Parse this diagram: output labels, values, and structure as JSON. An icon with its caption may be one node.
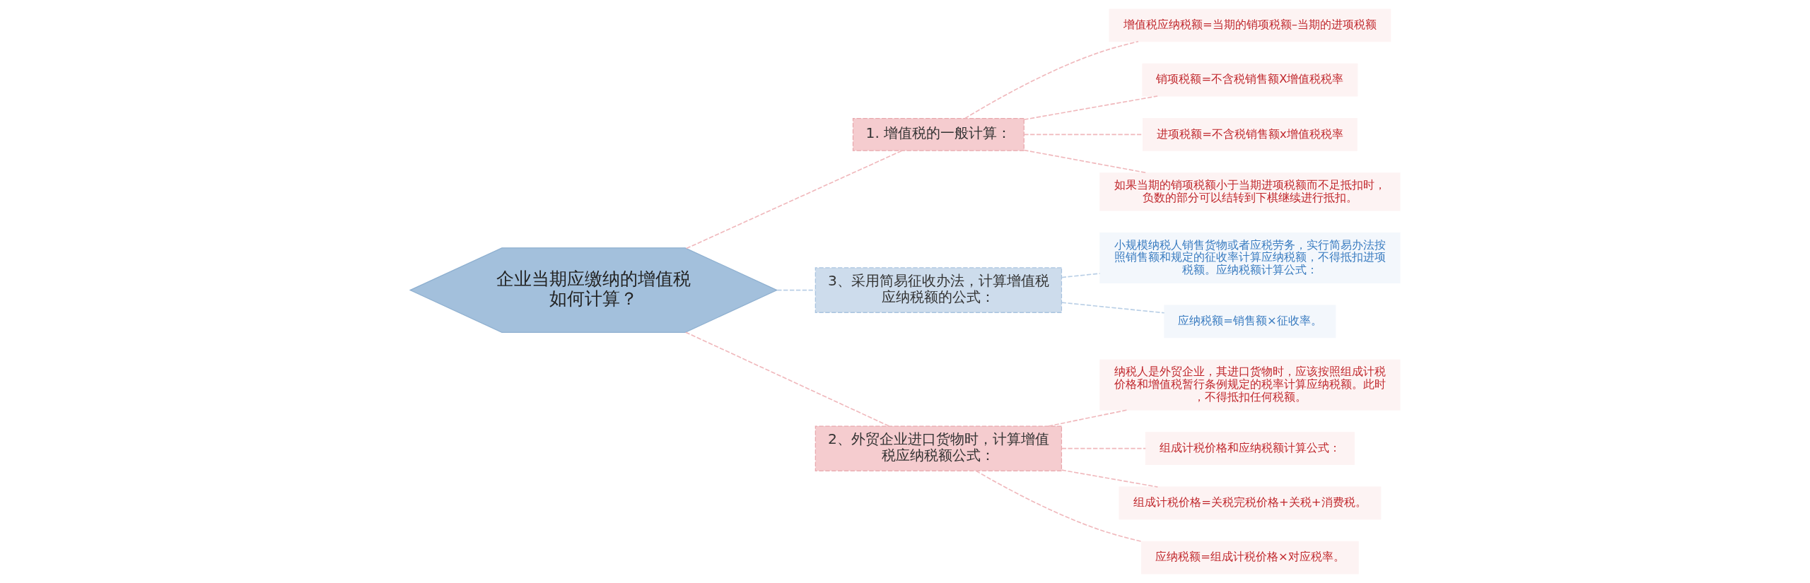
{
  "diagram": {
    "nodes": [
      {
        "text": [
          "企业当期应缴纳的增值税如何计算？"
        ]
      },
      {
        "text": [
          "1. 增值税的一般计算："
        ]
      },
      {
        "text": [
          "增值税应纳税额=当期的销项税额–当期的进项税额"
        ]
      },
      {
        "text": [
          "销项税额=不含税销售额X增值税税率"
        ]
      },
      {
        "text": [
          "进项税额=不含税销售额x增值税税率"
        ]
      },
      {
        "text": [
          "如果当期的销项税额小于当期进项税额而不足抵扣时，负数的部分可以结转到下棋继续进行抵扣。"
        ]
      },
      {
        "text": [
          "3、采用简易征收办法，计算增值税应纳税额的公式："
        ]
      },
      {
        "text": [
          "小规模纳税人销售货物或者应税劳务，实行简易办法按照销售额和规定的征收率计算应纳税额，不得抵扣进项税额。应纳税额计算公式："
        ]
      },
      {
        "text": [
          "应纳税额=销售额×征收率。"
        ]
      },
      {
        "text": [
          "2、外贸企业进口货物时，计算增值税应纳税额公式："
        ]
      },
      {
        "text": [
          "纳税人是外贸企业，其进口货物时，应该按照组成计税价格和增值税暂行条例规定的税率计算应纳税额。此时，不得抵扣任何税额。"
        ]
      },
      {
        "text": [
          "组成计税价格和应纳税额计算公式："
        ]
      },
      {
        "text": [
          "组成计税价格=关税完税价格+关税+消费税。"
        ]
      },
      {
        "text": [
          "应纳税额=组成计税价格×对应税率。"
        ]
      }
    ],
    "edges": [
      {
        "from": 0,
        "to": 1,
        "arrow": "none",
        "style": "dashed"
      },
      {
        "from": 1,
        "to": 2,
        "arrow": "none",
        "style": "dashed"
      },
      {
        "from": 1,
        "to": 3,
        "arrow": "none",
        "style": "dashed"
      },
      {
        "from": 1,
        "to": 4,
        "arrow": "none",
        "style": "dashed"
      },
      {
        "from": 1,
        "to": 5,
        "arrow": "none",
        "style": "dashed"
      },
      {
        "from": 0,
        "to": 6,
        "arrow": "none",
        "style": "dashed",
        "color": "#b9cfe6"
      },
      {
        "from": 6,
        "to": 7,
        "arrow": "none",
        "style": "dashed",
        "color": "#b9cfe6"
      },
      {
        "from": 6,
        "to": 8,
        "arrow": "none",
        "style": "dashed",
        "color": "#b9cfe6"
      },
      {
        "from": 0,
        "to": 9,
        "arrow": "none",
        "style": "dashed"
      },
      {
        "from": 9,
        "to": 10,
        "arrow": "none",
        "style": "dashed"
      },
      {
        "from": 9,
        "to": 11,
        "arrow": "none",
        "style": "dashed"
      },
      {
        "from": 9,
        "to": 12,
        "arrow": "none",
        "style": "dashed"
      },
      {
        "from": 9,
        "to": 13,
        "arrow": "none",
        "style": "dashed"
      }
    ]
  }
}
